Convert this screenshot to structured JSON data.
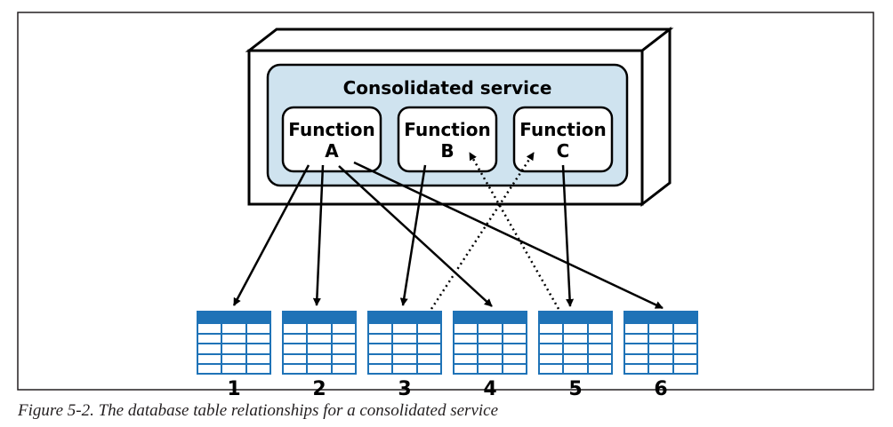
{
  "service": {
    "title": "Consolidated service"
  },
  "functions": [
    {
      "id": "A",
      "line1": "Function",
      "line2": "A"
    },
    {
      "id": "B",
      "line1": "Function",
      "line2": "B"
    },
    {
      "id": "C",
      "line1": "Function",
      "line2": "C"
    }
  ],
  "tables": [
    {
      "label": "1"
    },
    {
      "label": "2"
    },
    {
      "label": "3"
    },
    {
      "label": "4"
    },
    {
      "label": "5"
    },
    {
      "label": "6"
    }
  ],
  "connections": [
    {
      "from": "A",
      "to": "1",
      "style": "solid",
      "direction": "to-table"
    },
    {
      "from": "A",
      "to": "2",
      "style": "solid",
      "direction": "to-table"
    },
    {
      "from": "A",
      "to": "4",
      "style": "solid",
      "direction": "to-table"
    },
    {
      "from": "A",
      "to": "6",
      "style": "solid",
      "direction": "to-table"
    },
    {
      "from": "B",
      "to": "3",
      "style": "solid",
      "direction": "to-table"
    },
    {
      "from": "C",
      "to": "5",
      "style": "solid",
      "direction": "to-table"
    },
    {
      "from": "3",
      "to": "C",
      "style": "dotted",
      "direction": "to-function"
    },
    {
      "from": "5",
      "to": "B",
      "style": "dotted",
      "direction": "to-function"
    }
  ],
  "colors": {
    "service_fill": "#cfe3ef",
    "table_header": "#1f73b7",
    "table_cells": "#1f73b7",
    "arrow": "#000000"
  },
  "caption": "Figure 5-2. The database table relationships for a consolidated service"
}
